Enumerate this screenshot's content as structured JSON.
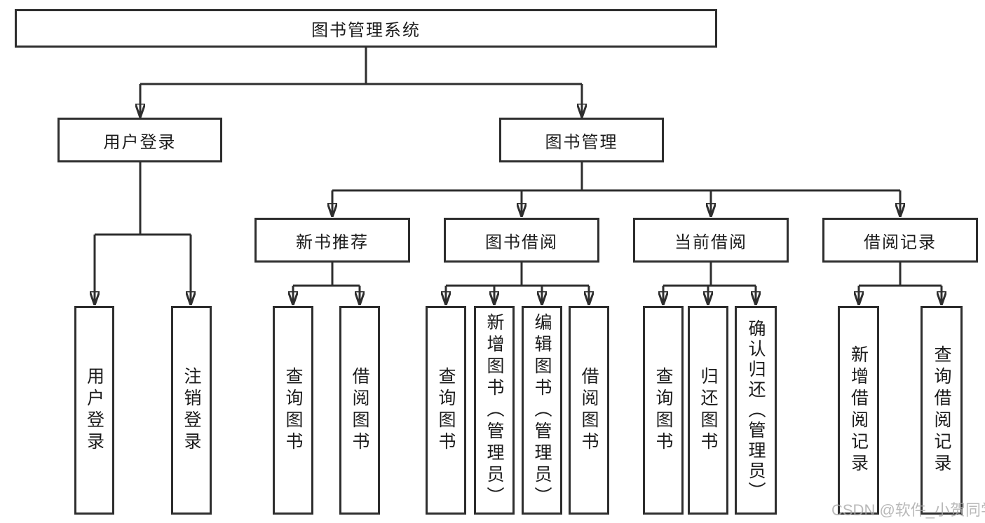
{
  "colors": {
    "background": "#ffffff",
    "line": "#2e2e2e",
    "text": "#1c1c1c",
    "watermark": "#a8a8a8"
  },
  "watermark": {
    "text": "CSDN @软件_小贺同学"
  },
  "nodes": {
    "root": "图书管理系统",
    "level2": [
      "用户登录",
      "图书管理"
    ],
    "level3": [
      "新书推荐",
      "图书借阅",
      "当前借阅",
      "借阅记录"
    ],
    "leaves": [
      "用户登录",
      "注销登录",
      "查询图书",
      "借阅图书",
      "查询图书",
      "新增图书（管理员）",
      "编辑图书（管理员）",
      "借阅图书",
      "查询图书",
      "归还图书",
      "确认归还（管理员）",
      "新增借阅记录",
      "查询借阅记录"
    ]
  },
  "edges": [
    {
      "from": "图书管理系统",
      "to": [
        "用户登录",
        "图书管理"
      ]
    },
    {
      "from": "用户登录",
      "to": [
        "用户登录",
        "注销登录"
      ]
    },
    {
      "from": "图书管理",
      "to": [
        "新书推荐",
        "图书借阅",
        "当前借阅",
        "借阅记录"
      ]
    },
    {
      "from": "新书推荐",
      "to": [
        "查询图书",
        "借阅图书"
      ]
    },
    {
      "from": "图书借阅",
      "to": [
        "查询图书",
        "新增图书（管理员）",
        "编辑图书（管理员）",
        "借阅图书"
      ]
    },
    {
      "from": "当前借阅",
      "to": [
        "查询图书",
        "归还图书",
        "确认归还（管理员）"
      ]
    },
    {
      "from": "借阅记录",
      "to": [
        "新增借阅记录",
        "查询借阅记录"
      ]
    }
  ]
}
